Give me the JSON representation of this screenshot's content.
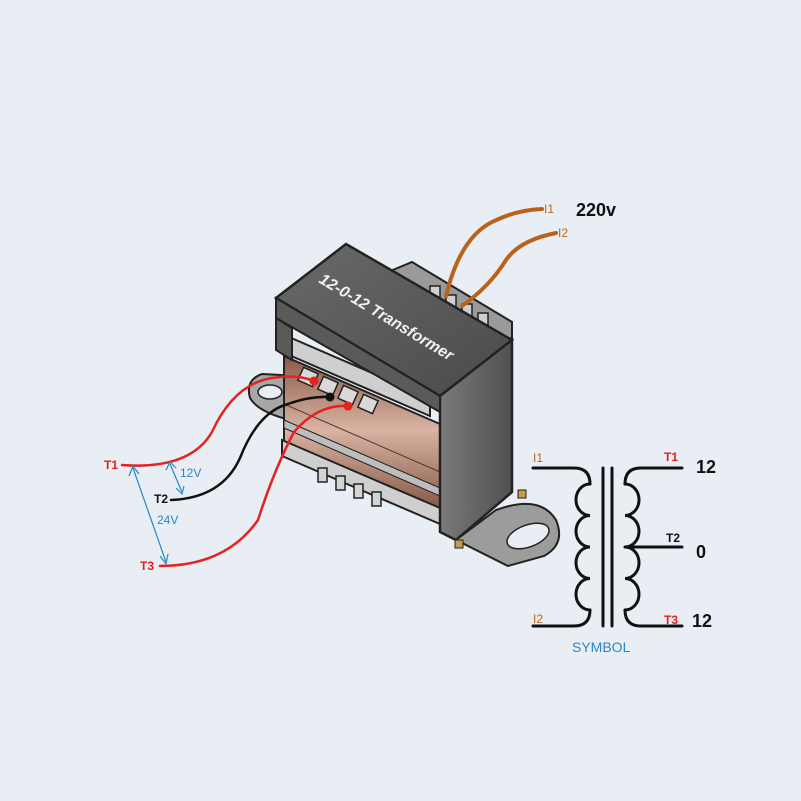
{
  "transformer": {
    "body_label": "12-0-12 Transformer"
  },
  "input": {
    "voltage": "220v",
    "lead1": "I1",
    "lead2": "I2"
  },
  "outputs": {
    "t1": "T1",
    "t2": "T2",
    "t3": "T3",
    "v_half": "12V",
    "v_full": "24V"
  },
  "symbol": {
    "caption": "SYMBOL",
    "i1": "I1",
    "i2": "I2",
    "t1": "T1",
    "t2": "T2",
    "t3": "T3",
    "v_t1": "12",
    "v_t2": "0",
    "v_t3": "12"
  },
  "colors": {
    "red_wire": "#e32222",
    "black_wire": "#111111",
    "brown_wire": "#b8621b",
    "dimension": "#2a86c8",
    "background": "#e8eef4"
  }
}
